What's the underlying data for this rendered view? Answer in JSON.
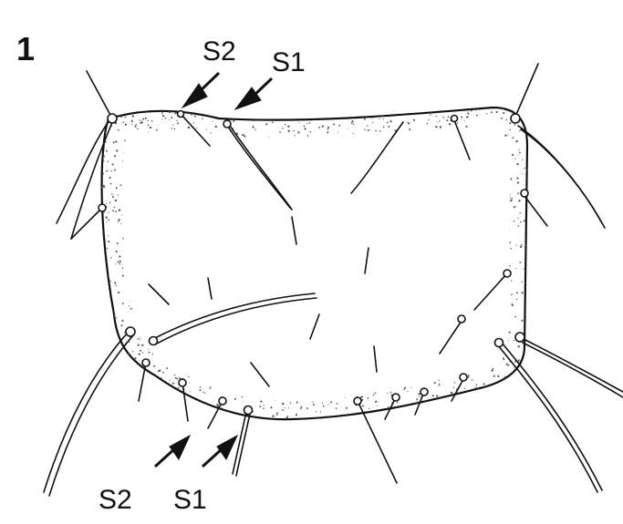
{
  "figure_number": "1",
  "labels": {
    "top_left": "S2",
    "top_right": "S1",
    "bottom_left": "S2",
    "bottom_right": "S1"
  },
  "colors": {
    "ink": "#111111",
    "stipple": "#555555",
    "background": "#ffffff"
  }
}
